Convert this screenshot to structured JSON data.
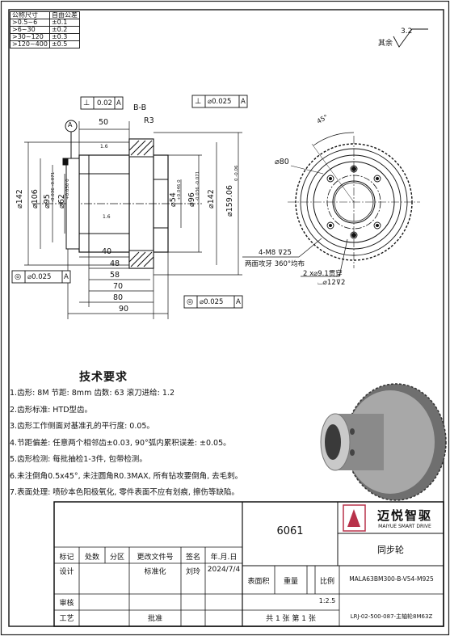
{
  "tolerance_table": {
    "headers": [
      "公称尺寸",
      "自由公差"
    ],
    "rows": [
      [
        ">0.5~6",
        "±0.1"
      ],
      [
        ">6~30",
        "±0.2"
      ],
      [
        ">30~120",
        "±0.3"
      ],
      [
        ">120~400",
        "±0.5"
      ]
    ]
  },
  "surface_finish": {
    "label": "其余",
    "value": "3.2"
  },
  "section_view": {
    "section_label": "B-B",
    "radius": "R3",
    "datum_a": "A",
    "gdt_perpendicular": [
      "⊥",
      "0.02",
      "A"
    ],
    "gdt_runout": [
      "⊥",
      "⌀0.025",
      "A"
    ],
    "gdt_concentric_left": [
      "◎",
      "⌀0.025",
      "A"
    ],
    "gdt_concentric_bottom": [
      "◎",
      "⌀0.025",
      "A"
    ],
    "roughness_1": "1.6",
    "roughness_2": "1.6",
    "dim_50": "50",
    "dim_142_left": "⌀142",
    "dim_106": "⌀106",
    "dim_95": "⌀95",
    "dim_95_tol": "-0.036 -0.071",
    "dim_62": "⌀62",
    "dim_62_tol": "+0.030 0",
    "dim_54": "⌀54",
    "dim_54_tol": "+0.046 0",
    "dim_96": "⌀96",
    "dim_96_tol": "-0.036 -0.071",
    "dim_142_right": "⌀142",
    "dim_159": "⌀159.06",
    "dim_159_tol": "0 -0.06",
    "dim_40": "40",
    "dim_48": "48",
    "dim_58": "58",
    "dim_70": "70",
    "dim_80": "80",
    "dim_90": "90"
  },
  "front_view": {
    "angle": "45°",
    "pcd": "⌀80",
    "thread_note": "4-M8 ⊽25",
    "thread_note2": "两面攻牙 360°均布",
    "hole_note": "2 x⌀9.1贯穿",
    "counterbore": "⌴⌀12⊽2"
  },
  "tech_req": {
    "title": "技术要求",
    "items": [
      "1.齿形: 8M  节距: 8mm  齿数: 63  滚刀进给: 1.2",
      "2.齿形标准: HTD型齿。",
      "3.齿形工作侧面对基准孔的平行度: 0.05。",
      "4.节距偏差: 任意两个相邻齿±0.03, 90°弧内累积误差: ±0.05。",
      "5.齿形检测: 每批抽检1-3件, 包带检测。",
      "6.未注倒角0.5x45°, 未注圆角R0.3MAX, 所有钻攻要倒角, 去毛刺。",
      "7.表面处理: 喷砂本色阳极氧化, 零件表面不应有划痕, 擦伤等缺陷。"
    ]
  },
  "title_block": {
    "material": "6061",
    "company_cn": "迈悦智驱",
    "company_en": "MAIYUE SMART DRIVE",
    "part_name": "同步轮",
    "headers": [
      "标记",
      "处数",
      "分区",
      "更改文件号",
      "签名",
      "年.月.日"
    ],
    "design_label": "设计",
    "standardize_label": "标准化",
    "designer": "刘玲",
    "date": "2024/7/4",
    "surface_area": "表面积",
    "weight": "重量",
    "scale_label": "比例",
    "scale": "1:2.5",
    "part_code": "MALA63BM300-B-V54-M925",
    "review_label": "审核",
    "process_label": "工艺",
    "approve_label": "批准",
    "sheet_info": "共 1 张 第 1 张",
    "drawing_no": "LRJ-02-500-087-主轴轮8M63Z"
  }
}
